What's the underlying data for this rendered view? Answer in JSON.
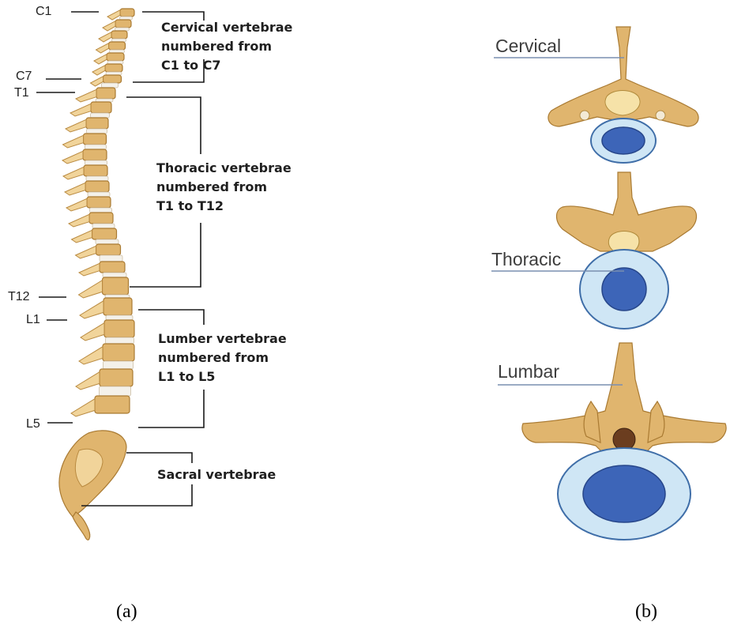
{
  "panel_a": {
    "caption": "(a)",
    "level_labels": {
      "c1": "C1",
      "c7": "C7",
      "t1": "T1",
      "t12": "T12",
      "l1": "L1",
      "l5": "L5"
    },
    "regions": {
      "cervical": [
        "Cervical vertebrae",
        "numbered from",
        "C1 to C7"
      ],
      "thoracic": [
        "Thoracic vertebrae",
        "numbered from",
        "T1 to T12"
      ],
      "lumbar": [
        "Lumber vertebrae",
        "numbered from",
        "L1 to L5"
      ],
      "sacral": [
        "Sacral vertebrae"
      ]
    }
  },
  "panel_b": {
    "caption": "(b)",
    "labels": {
      "cervical": "Cervical",
      "thoracic": "Thoracic",
      "lumbar": "Lumbar"
    }
  },
  "colors": {
    "bone": "#e0b56e",
    "disc": "#3d65b8",
    "annulus": "#cfe6f5"
  }
}
